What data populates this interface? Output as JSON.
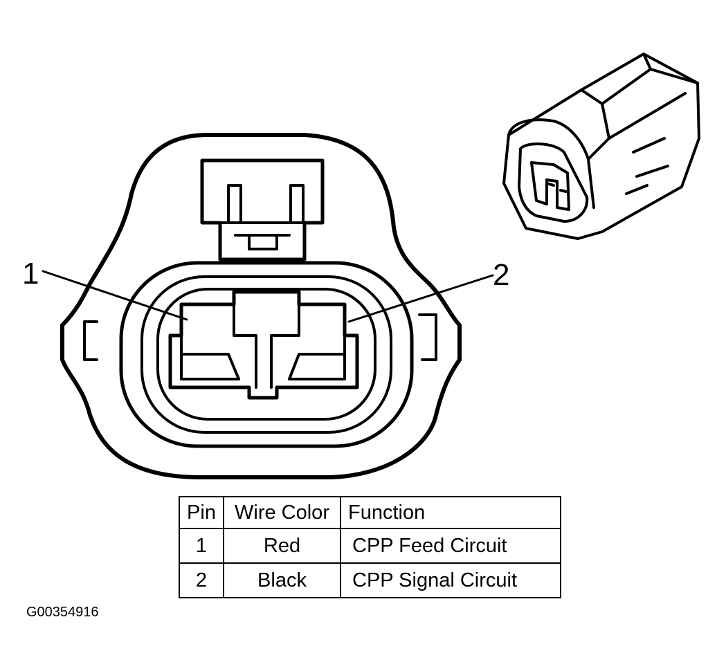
{
  "callouts": {
    "pin1": "1",
    "pin2": "2"
  },
  "table": {
    "headers": [
      "Pin",
      "Wire Color",
      "Function"
    ],
    "rows": [
      {
        "pin": "1",
        "wire_color": "Red",
        "function": "CPP Feed Circuit"
      },
      {
        "pin": "2",
        "wire_color": "Black",
        "function": "CPP Signal Circuit"
      }
    ]
  },
  "figure_id": "G00354916"
}
